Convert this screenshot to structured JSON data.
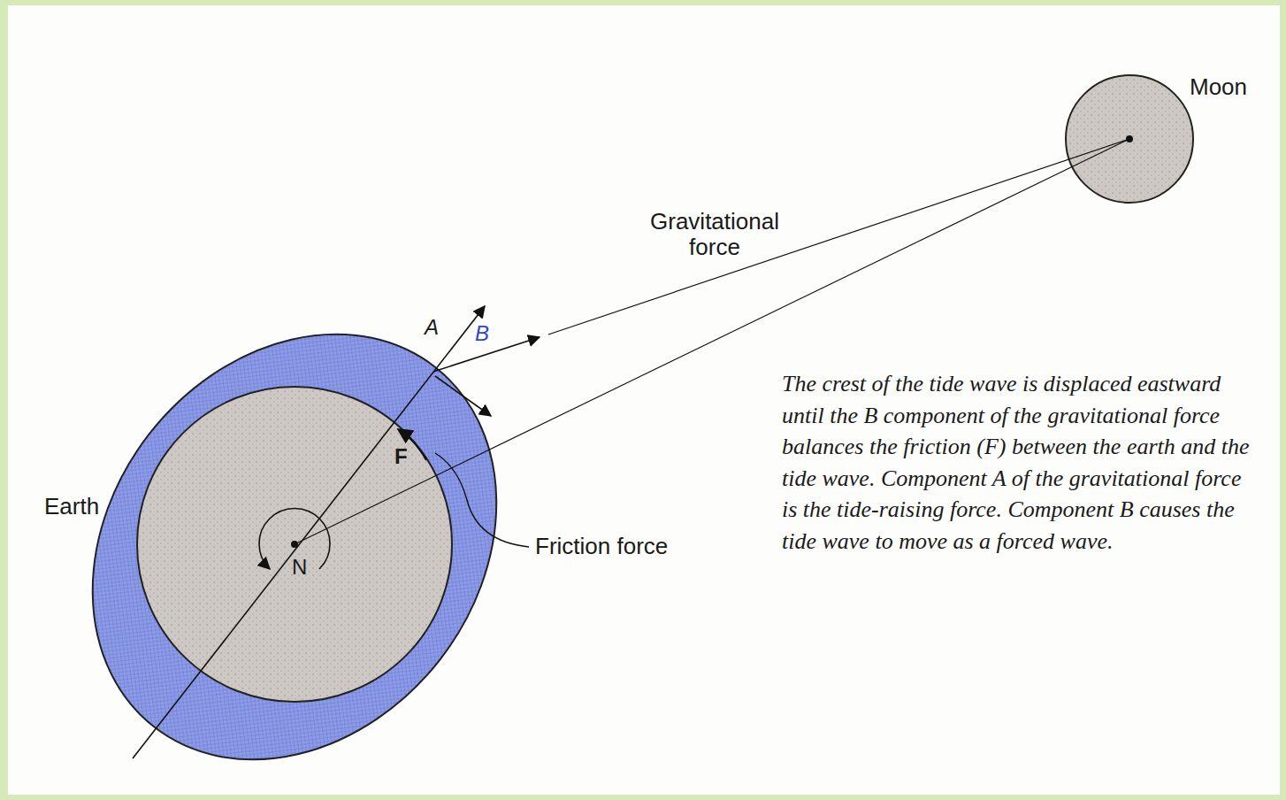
{
  "diagram": {
    "caption": "The crest of the tide wave is displaced eastward until the B component of the gravitational force balances the friction (F) between the earth and the tide wave. Component A of the gravitational force is the tide-raising force. Component B causes the tide wave to move as a forced wave.",
    "labels": [
      "Moon",
      "Gravitational force",
      "A",
      "B",
      "F",
      "N",
      "Earth",
      "Friction force"
    ]
  }
}
